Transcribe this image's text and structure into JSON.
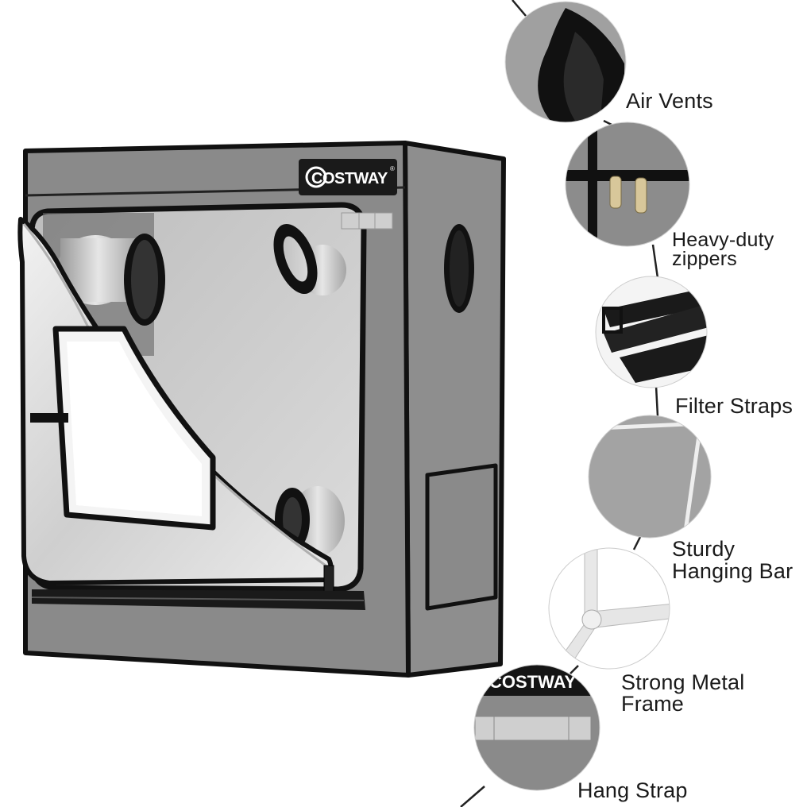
{
  "brand": {
    "logo_text": "COSTWAY",
    "registered_mark": "®"
  },
  "features": [
    {
      "id": "air-vents",
      "label": "Air Vents"
    },
    {
      "id": "zippers",
      "label": "Heavy-duty\nzippers"
    },
    {
      "id": "filter-straps",
      "label": "Filter Straps"
    },
    {
      "id": "hanging-bar",
      "label": "Sturdy\nHanging Bar"
    },
    {
      "id": "metal-frame",
      "label": "Strong Metal\nFrame"
    },
    {
      "id": "hang-strap",
      "label": "Hang Strap"
    }
  ],
  "detail_logo_text": "COSTWAY",
  "colors": {
    "tent_fabric": "#8c8c8c",
    "tent_trim": "#111111",
    "reflective_lining": "#d9d9d9"
  }
}
